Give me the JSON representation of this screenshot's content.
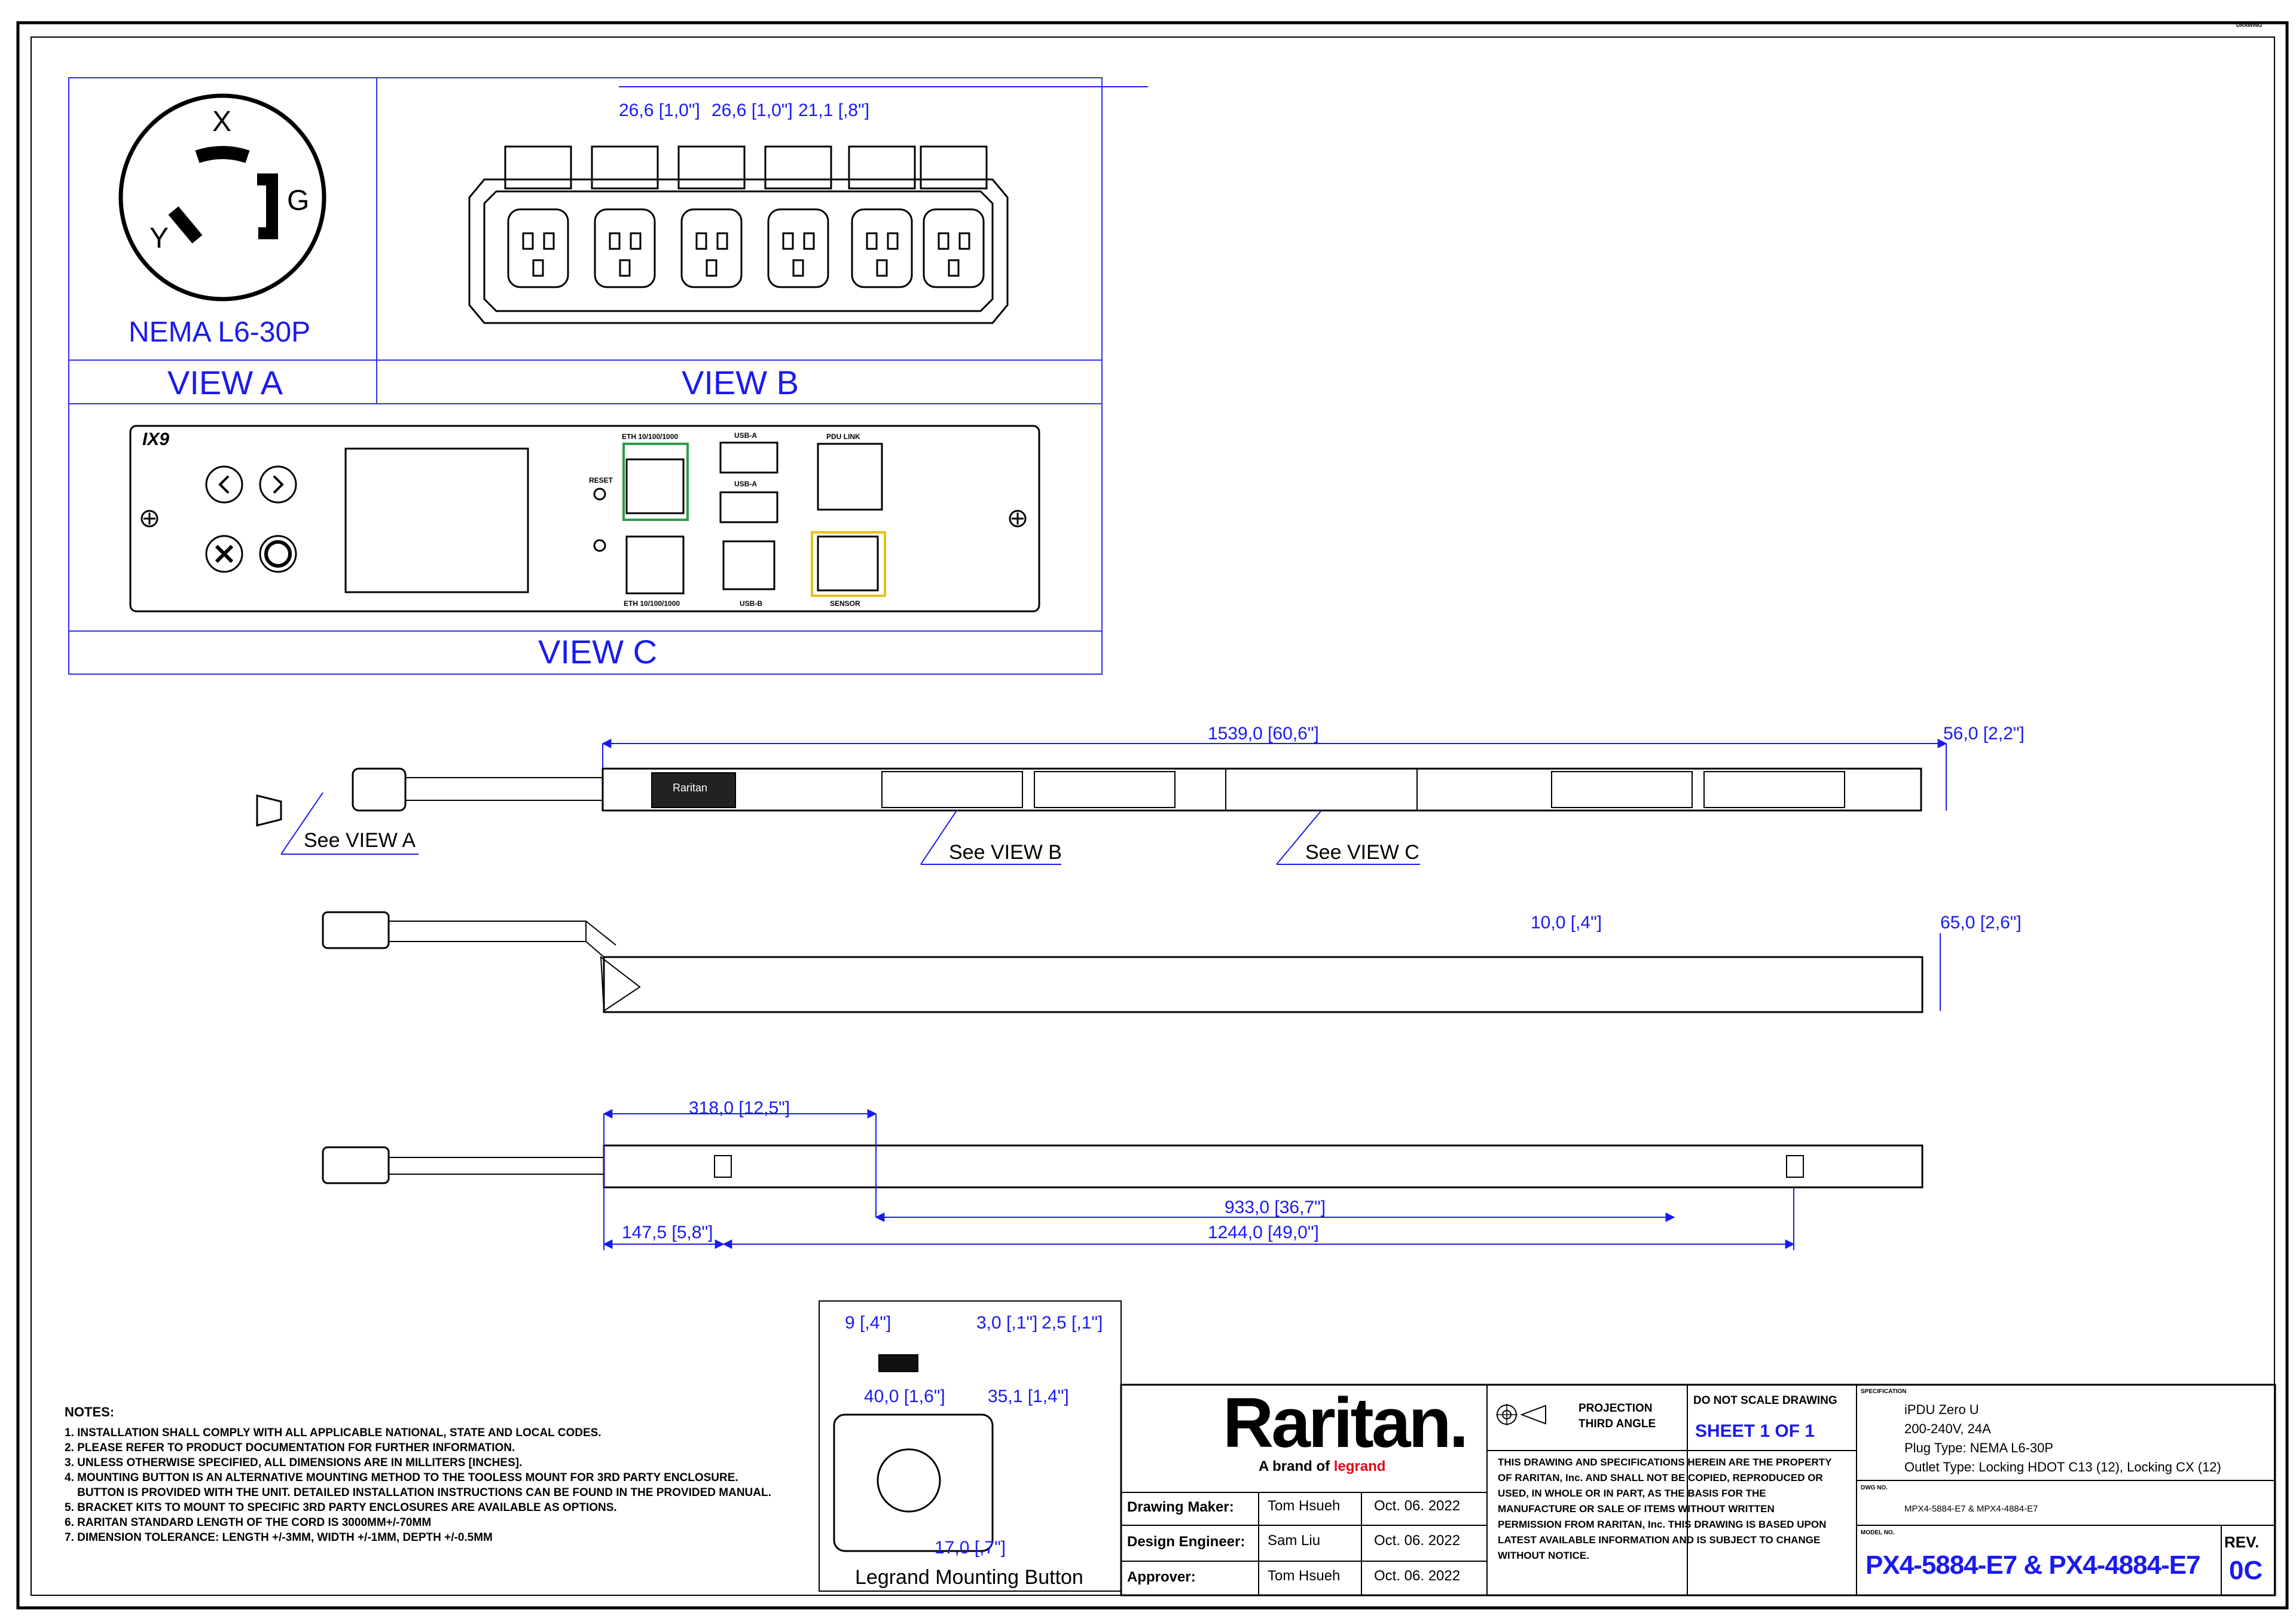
{
  "ref_code": "DRAWING",
  "view_a": {
    "plug_letters": {
      "x": "X",
      "g": "G",
      "y": "Y"
    },
    "plug_name": "NEMA L6-30P",
    "label": "VIEW A"
  },
  "view_b": {
    "label": "VIEW B",
    "dims": [
      "26,6 [1,0\"]",
      "26,6 [1,0\"]",
      "21,1 [,8\"]"
    ]
  },
  "view_c": {
    "label": "VIEW C",
    "brand_mark": "IX9",
    "reset": "RESET",
    "port_labels": {
      "eth1": "ETH 10/100/1000",
      "usba1": "USB-A",
      "usba2": "USB-A",
      "eth2": "ETH 10/100/1000",
      "usbb": "USB-B",
      "pdu_link": "PDU LINK",
      "sensor": "SENSOR"
    }
  },
  "front_view": {
    "length_dim": "1539,0 [60,6\"]",
    "width_dim": "56,0 [2,2\"]",
    "see_a": "See VIEW A",
    "see_b": "See VIEW B",
    "see_c": "See VIEW C",
    "logo": "Raritan"
  },
  "side_view": {
    "dim_10": "10,0 [,4\"]",
    "dim_65": "65,0 [2,6\"]"
  },
  "back_view": {
    "dim_318": "318,0 [12,5\"]",
    "dim_933": "933,0 [36,7\"]",
    "dim_147": "147,5 [5,8\"]",
    "dim_1244": "1244,0 [49,0\"]"
  },
  "button": {
    "title": "Legrand Mounting Button",
    "dims": {
      "d9": "9 [,4\"]",
      "d3": "3,0 [,1\"]",
      "d25": "2,5 [,1\"]",
      "d40": "40,0 [1,6\"]",
      "d35": "35,1 [1,4\"]",
      "d17": "17,0 [,7\"]"
    }
  },
  "notes": {
    "title": "NOTES:",
    "items": [
      "1. INSTALLATION SHALL COMPLY WITH ALL APPLICABLE NATIONAL, STATE AND LOCAL CODES.",
      "2. PLEASE REFER TO PRODUCT DOCUMENTATION FOR FURTHER INFORMATION.",
      "3. UNLESS OTHERWISE SPECIFIED, ALL DIMENSIONS ARE IN MILLITERS [INCHES].",
      "4. MOUNTING BUTTON IS AN ALTERNATIVE MOUNTING METHOD TO THE TOOLESS MOUNT FOR 3RD PARTY ENCLOSURE.",
      "    BUTTON IS PROVIDED WITH THE UNIT. DETAILED INSTALLATION INSTRUCTIONS CAN BE FOUND IN THE PROVIDED MANUAL.",
      "5. BRACKET KITS TO MOUNT TO SPECIFIC 3RD PARTY ENCLOSURES ARE AVAILABLE AS OPTIONS.",
      "6. RARITAN STANDARD LENGTH OF THE CORD IS 3000MM+/-70MM",
      "7. DIMENSION TOLERANCE: LENGTH +/-3MM, WIDTH +/-1MM, DEPTH +/-0.5MM"
    ]
  },
  "title_block": {
    "logo": "Raritan.",
    "tagline_prefix": "A brand of",
    "tagline_brand": "legrand",
    "rows": [
      {
        "role": "Drawing Maker:",
        "name": "Tom Hsueh",
        "date": "Oct. 06. 2022"
      },
      {
        "role": "Design Engineer:",
        "name": "Sam Liu",
        "date": "Oct. 06. 2022"
      },
      {
        "role": "Approver:",
        "name": "Tom Hsueh",
        "date": "Oct. 06. 2022"
      }
    ],
    "projection": "PROJECTION\nTHIRD ANGLE",
    "do_not_scale": "DO NOT SCALE DRAWING",
    "sheet": "SHEET 1 OF 1",
    "disclaimer": "THIS DRAWING AND SPECIFICATIONS HEREIN ARE THE PROPERTY OF RARITAN, Inc. AND SHALL NOT BE COPIED, REPRODUCED OR USED, IN WHOLE OR IN PART, AS THE BASIS FOR THE MANUFACTURE OR SALE OF ITEMS WITHOUT WRITTEN PERMISSION FROM RARITAN, Inc. THIS DRAWING IS BASED UPON LATEST AVAILABLE INFORMATION AND IS SUBJECT TO CHANGE WITHOUT NOTICE.",
    "spec_label": "SPECIFICATION",
    "spec_lines": [
      "iPDU Zero U",
      "200-240V, 24A",
      "Plug Type: NEMA L6-30P",
      "Outlet Type: Locking HDOT C13 (12), Locking CX (12)"
    ],
    "dwg_label": "DWG NO.",
    "dwg_no": "MPX4-5884-E7 & MPX4-4884-E7",
    "model_label": "MODEL NO.",
    "model_no": "PX4-5884-E7 & PX4-4884-E7",
    "rev_label": "REV.",
    "rev": "0C"
  },
  "colors": {
    "dim_blue": "#1a1aee",
    "line": "#000000",
    "eth_green": "#2e9b4a",
    "sensor_yellow": "#e2c21a",
    "legrand_red": "#e30613"
  }
}
